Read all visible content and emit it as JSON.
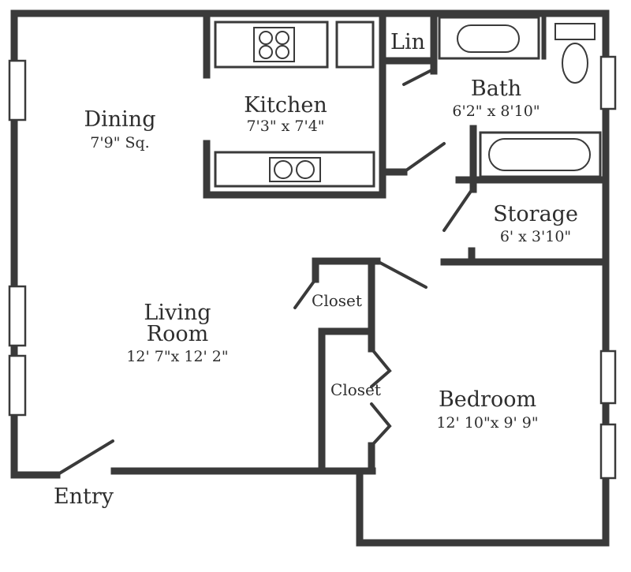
{
  "rooms": {
    "dining": {
      "name": "Dining",
      "dim": "7'9\" Sq."
    },
    "kitchen": {
      "name": "Kitchen",
      "dim": "7'3\" x 7'4\""
    },
    "bath": {
      "name": "Bath",
      "dim": "6'2\" x 8'10\""
    },
    "linen": {
      "name": "Lin"
    },
    "storage": {
      "name": "Storage",
      "dim": "6' x 3'10\""
    },
    "living": {
      "name_line1": "Living",
      "name_line2": "Room",
      "dim": "12' 7\"x 12' 2\""
    },
    "closet_upper": {
      "name": "Closet"
    },
    "closet_lower": {
      "name": "Closet"
    },
    "bedroom": {
      "name": "Bedroom",
      "dim": "12' 10\"x 9' 9\""
    },
    "entry": {
      "name": "Entry"
    }
  },
  "colors": {
    "wall": "#3a3a3a",
    "background": "#ffffff"
  }
}
